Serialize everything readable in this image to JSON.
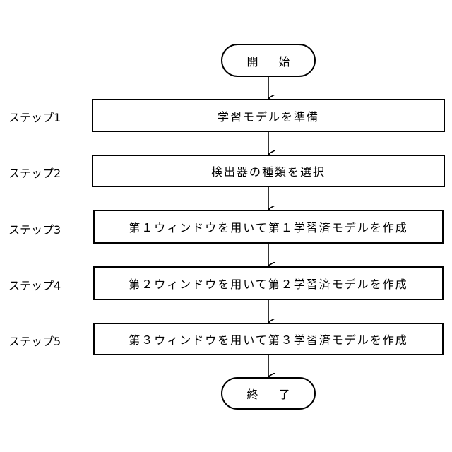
{
  "flowchart": {
    "start": "開 始",
    "end": "終 了",
    "steps": [
      {
        "label": "ステップ1",
        "text": "学習モデルを準備"
      },
      {
        "label": "ステップ2",
        "text": "検出器の種類を選択"
      },
      {
        "label": "ステップ3",
        "text": "第１ウィンドウを用いて第１学習済モデルを作成"
      },
      {
        "label": "ステップ4",
        "text": "第２ウィンドウを用いて第２学習済モデルを作成"
      },
      {
        "label": "ステップ5",
        "text": "第３ウィンドウを用いて第３学習済モデルを作成"
      }
    ]
  }
}
